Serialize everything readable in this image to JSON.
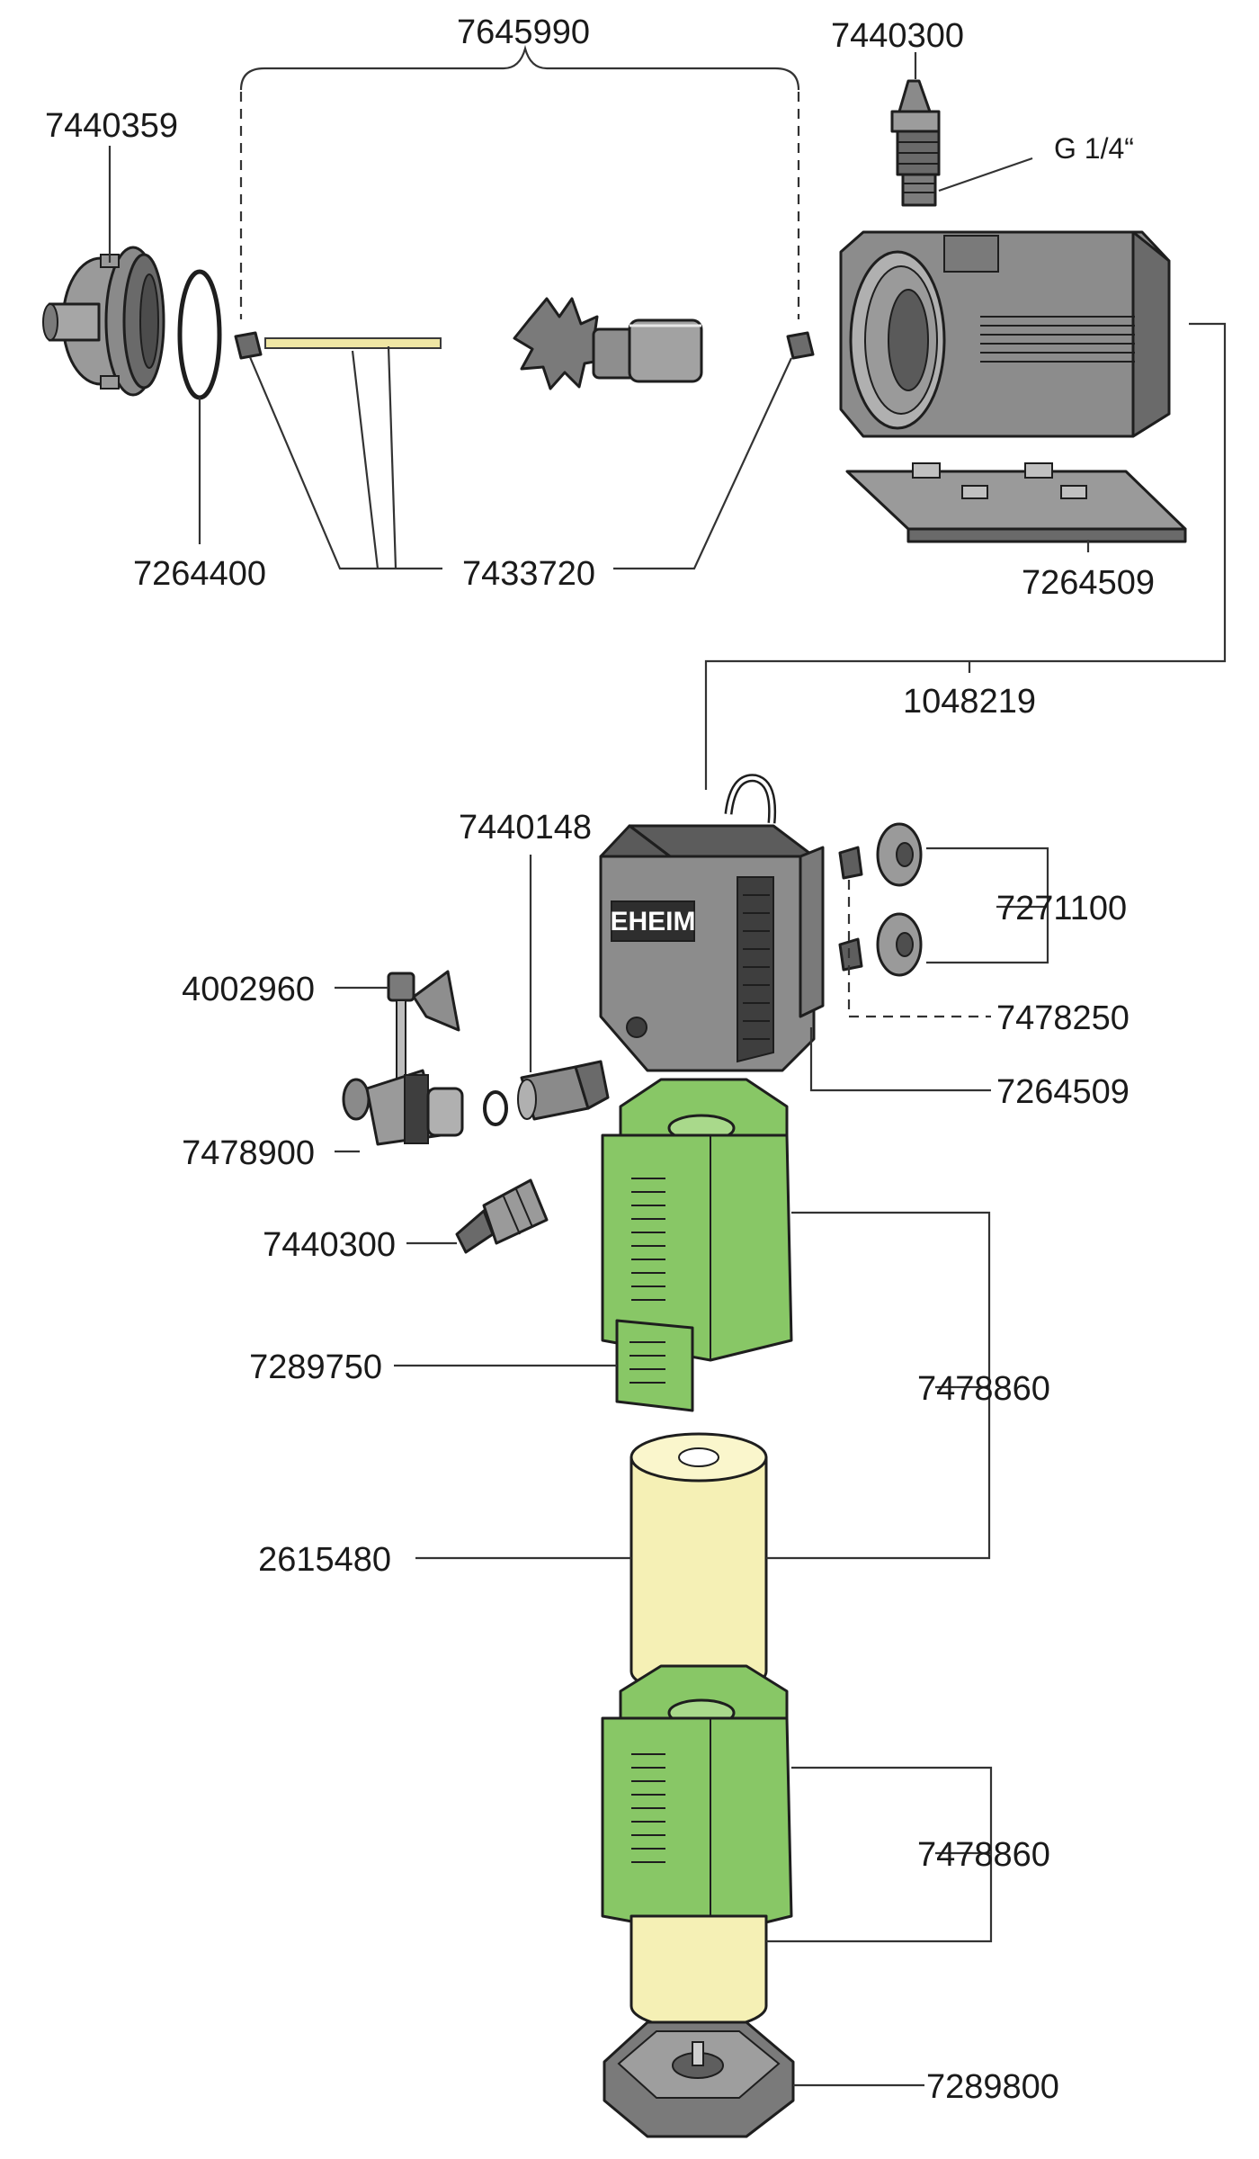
{
  "labels": {
    "brace_top": "7645990",
    "top_nozzle": "7440300",
    "thread": "G 1/4“",
    "flange": "7440359",
    "oring_top": "7264400",
    "shaft_bearings": "7433720",
    "base_plate_top": "7264509",
    "motor_assembly": "1048219",
    "outlet_adapter": "7440148",
    "suction_cups": "7271100",
    "clips": "7478250",
    "holder": "7264509",
    "airline_valve": "4002960",
    "venturi": "7478900",
    "side_nozzle": "7440300",
    "intake_strainer": "7289750",
    "filter_basket_upper": "7478860",
    "sponge": "2615480",
    "filter_basket_lower": "7478860",
    "bottom_cap": "7289800"
  },
  "brand": {
    "logo": "EHEIM"
  },
  "colors": {
    "housing": "#8c8c8c",
    "housing_dark": "#5e5e5e",
    "housing_light": "#b4b4b4",
    "basket_green": "#88c766",
    "sponge_yellow": "#f5f0b5",
    "line": "#333333"
  }
}
